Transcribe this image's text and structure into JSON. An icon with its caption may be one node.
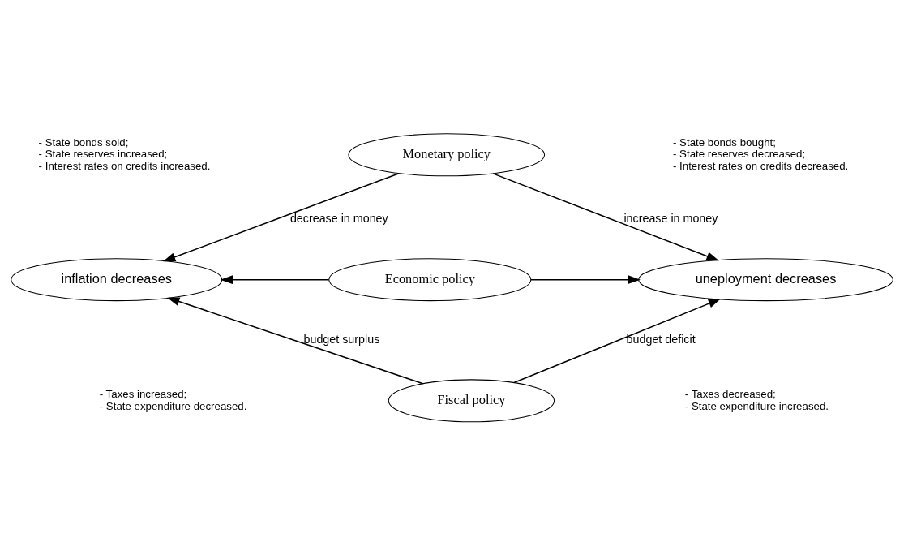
{
  "diagram": {
    "nodes": [
      {
        "text": [
          "Monetary policy"
        ]
      },
      {
        "text": [
          "inflation decreases"
        ]
      },
      {
        "text": [
          "Economic policy"
        ]
      },
      {
        "text": [
          "uneployment decreases"
        ]
      },
      {
        "text": [
          "Fiscal policy"
        ]
      }
    ],
    "edges": [
      {
        "from": 0,
        "to": 1,
        "arrow": "to",
        "label": "decrease in money"
      },
      {
        "from": 0,
        "to": 3,
        "arrow": "to",
        "label": "increase in money"
      },
      {
        "from": 2,
        "to": 1,
        "arrow": "to"
      },
      {
        "from": 2,
        "to": 3,
        "arrow": "to"
      },
      {
        "from": 4,
        "to": 1,
        "arrow": "to",
        "label": "budget surplus"
      },
      {
        "from": 4,
        "to": 3,
        "arrow": "to",
        "label": "budget deficit"
      }
    ],
    "labels": [
      "- State bonds sold;",
      "- State reserves increased;",
      "- Interest rates on credits increased.",
      "- State bonds bought;",
      "- State reserves decreased;",
      "- Interest rates on credits decreased.",
      "- Taxes increased;",
      "- State expenditure decreased.",
      "- Taxes decreased;",
      "- State expenditure increased."
    ]
  }
}
